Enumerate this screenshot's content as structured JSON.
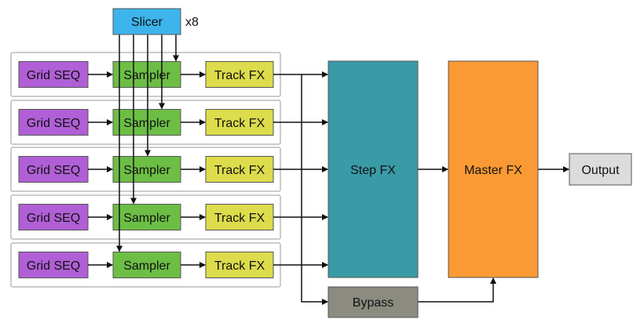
{
  "slicer": {
    "label": "Slicer",
    "multiplier": "x8",
    "color": "#3db4ec"
  },
  "tracks": [
    {
      "seq_label": "Grid SEQ",
      "sampler_label": "Sampler",
      "fx_label": "Track FX"
    },
    {
      "seq_label": "Grid SEQ",
      "sampler_label": "Sampler",
      "fx_label": "Track FX"
    },
    {
      "seq_label": "Grid SEQ",
      "sampler_label": "Sampler",
      "fx_label": "Track FX"
    },
    {
      "seq_label": "Grid SEQ",
      "sampler_label": "Sampler",
      "fx_label": "Track FX"
    },
    {
      "seq_label": "Grid SEQ",
      "sampler_label": "Sampler",
      "fx_label": "Track FX"
    }
  ],
  "step_fx": {
    "label": "Step FX",
    "color": "#3a9aa6"
  },
  "bypass": {
    "label": "Bypass",
    "color": "#8b8b80"
  },
  "master_fx": {
    "label": "Master FX",
    "color": "#fb9a34"
  },
  "output": {
    "label": "Output",
    "color": "#dcdcdc"
  },
  "colors": {
    "grid_seq": "#b05fd6",
    "sampler": "#6dbe45",
    "track_fx": "#dcdc4c"
  }
}
